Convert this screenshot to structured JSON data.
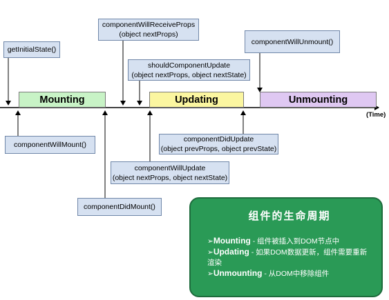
{
  "phases": {
    "mounting": "Mounting",
    "updating": "Updating",
    "unmounting": "Unmounting"
  },
  "axis_label": "(Time)",
  "methods": {
    "getInitialState": "getInitialState()",
    "componentWillMount": "componentWillMount()",
    "componentDidMount": "componentDidMount()",
    "componentWillReceiveProps": {
      "name": "componentWillReceiveProps",
      "args": "(object nextProps)"
    },
    "shouldComponentUpdate": {
      "name": "shouldComponentUpdate",
      "args": "(object nextProps, object nextState)"
    },
    "componentWillUpdate": {
      "name": "componentWillUpdate",
      "args": "(object nextProps, object nextState)"
    },
    "componentDidUpdate": {
      "name": "componentDidUpdate",
      "args": "(object prevProps, object prevState)"
    },
    "componentWillUnmount": "componentWillUnmount()"
  },
  "note": {
    "title": "组件的生命周期",
    "items": [
      {
        "key": "Mounting",
        "text": " - 组件被插入到DOM节点中"
      },
      {
        "key": "Updating",
        "text": " - 如果DOM数据更新，组件需要重新渲染"
      },
      {
        "key": "Unmounting",
        "text": " - 从DOM中移除组件"
      }
    ],
    "bullet": "➢"
  },
  "colors": {
    "mounting": "#c8f3c6",
    "updating": "#fbf6a0",
    "unmounting": "#dfc8f2",
    "method_box": "#d6e1f1",
    "note_bg": "#2a9a56"
  }
}
